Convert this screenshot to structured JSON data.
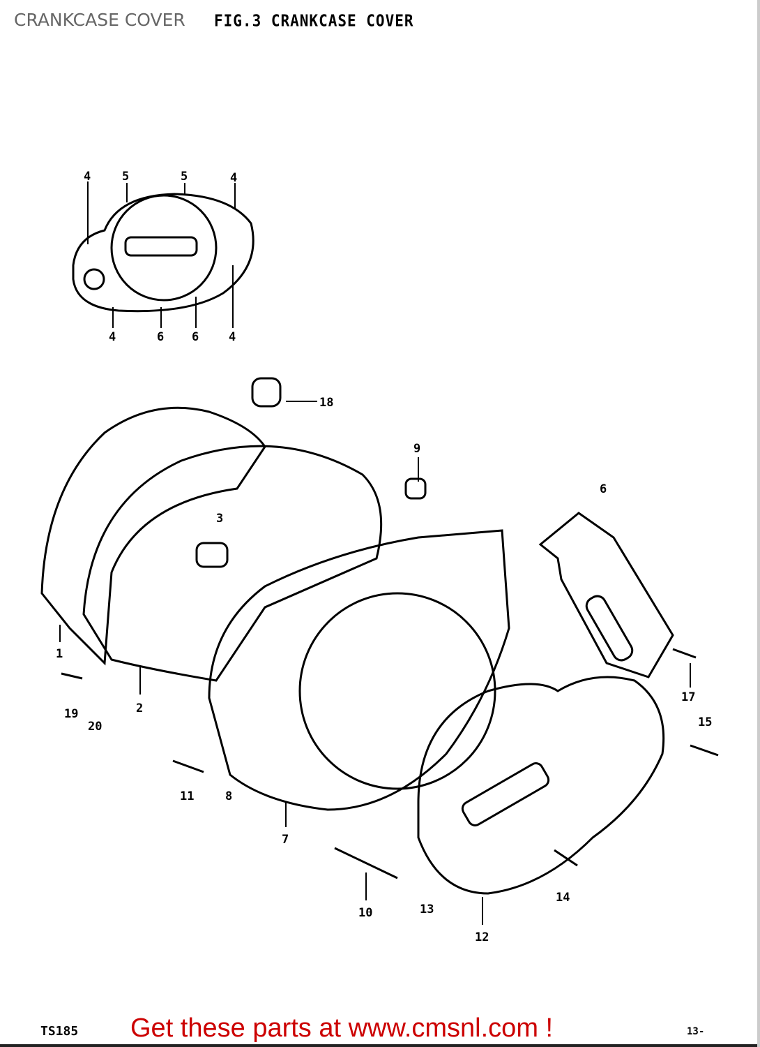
{
  "header": {
    "title": "CRANKCASE COVER",
    "figure_title": "FIG.3  CRANKCASE COVER"
  },
  "diagram": {
    "callouts": [
      "4",
      "5",
      "5",
      "4",
      "4",
      "6",
      "6",
      "4",
      "18",
      "9",
      "3",
      "6",
      "1",
      "2",
      "19",
      "20",
      "17",
      "15",
      "11",
      "8",
      "7",
      "10",
      "13",
      "12",
      "14"
    ]
  },
  "footer": {
    "model": "TS185",
    "page_ref": "13-",
    "cta_link": "Get these parts at www.cmsnl.com !"
  },
  "colors": {
    "cta": "#cc0000",
    "title": "#666666"
  }
}
